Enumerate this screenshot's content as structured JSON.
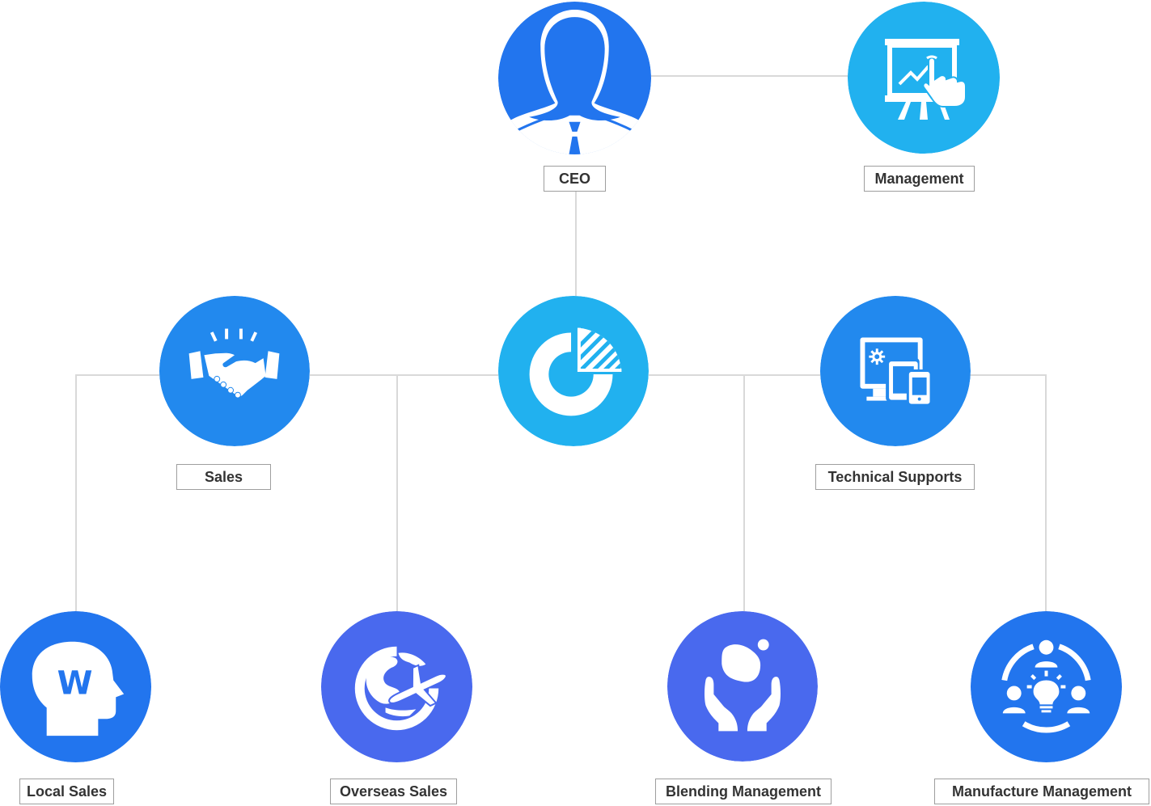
{
  "org_chart": {
    "ceo": {
      "label": "CEO",
      "icon": "person-silhouette-icon",
      "color": "#2275ee"
    },
    "management": {
      "label": "Management",
      "icon": "presentation-board-icon",
      "color": "#21b1ef"
    },
    "hub": {
      "icon": "pie-chart-icon",
      "color": "#21b1ef"
    },
    "sales": {
      "label": "Sales",
      "icon": "handshake-icon",
      "color": "#2289ee"
    },
    "technical_supports": {
      "label": "Technical Supports",
      "icon": "devices-icon",
      "color": "#2289ee"
    },
    "local_sales": {
      "label": "Local Sales",
      "icon": "head-w-icon",
      "color": "#2275ee"
    },
    "overseas_sales": {
      "label": "Overseas Sales",
      "icon": "globe-airplane-icon",
      "color": "#4969ee"
    },
    "blending_management": {
      "label": "Blending Management",
      "icon": "hands-drop-icon",
      "color": "#4969ee"
    },
    "manufacture_management": {
      "label": "Manufacture Management",
      "icon": "team-idea-icon",
      "color": "#2275ee"
    }
  }
}
